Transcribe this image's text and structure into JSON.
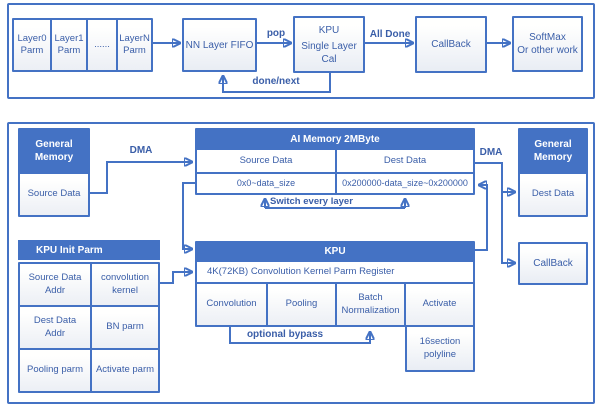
{
  "colors": {
    "accent": "#4472C4",
    "diagram_text": "#3A5EA8",
    "header_fill": "#4472C4",
    "header_text": "#FFFFFF"
  },
  "top_flow": {
    "layer_cells": [
      "Layer0\nParm",
      "Layer1\nParm",
      "......",
      "LayerN\nParm"
    ],
    "fifo_label": "NN Layer FIFO",
    "pop_label": "pop",
    "kpu_line1": "KPU",
    "kpu_line2": "Single Layer Cal",
    "all_done_label": "All Done",
    "callback_label": "CallBack",
    "softmax_label": "SoftMax\nOr other work",
    "done_next_label": "done/next"
  },
  "memory_flow": {
    "gm_left_title": "General\nMemory",
    "gm_left_cell": "Source Data",
    "dma_left_label": "DMA",
    "ai_title": "AI Memory  2MByte",
    "ai_col1_header": "Source Data",
    "ai_col2_header": "Dest Data",
    "ai_col1_addr": "0x0~data_size",
    "ai_col2_addr": "0x200000-data_size~0x200000",
    "switch_label": "Switch every layer",
    "dma_right_label": "DMA",
    "gm_right_title": "General\nMemory",
    "gm_right_cell": "Dest Data",
    "callback_label": "CallBack"
  },
  "kpu_init": {
    "title": "KPU Init Parm",
    "cells": [
      "Source Data\nAddr",
      "convolution\nkernel",
      "Dest Data\nAddr",
      "BN parm",
      "Pooling parm",
      "Activate parm"
    ]
  },
  "kpu": {
    "title": "KPU",
    "register_label": "4K(72KB) Convolution Kernel Parm Register",
    "stages": [
      "Convolution",
      "Pooling",
      "Batch\nNormalization",
      "Activate"
    ],
    "bypass_label": "optional bypass",
    "polyline_label": "16section\npolyline"
  }
}
